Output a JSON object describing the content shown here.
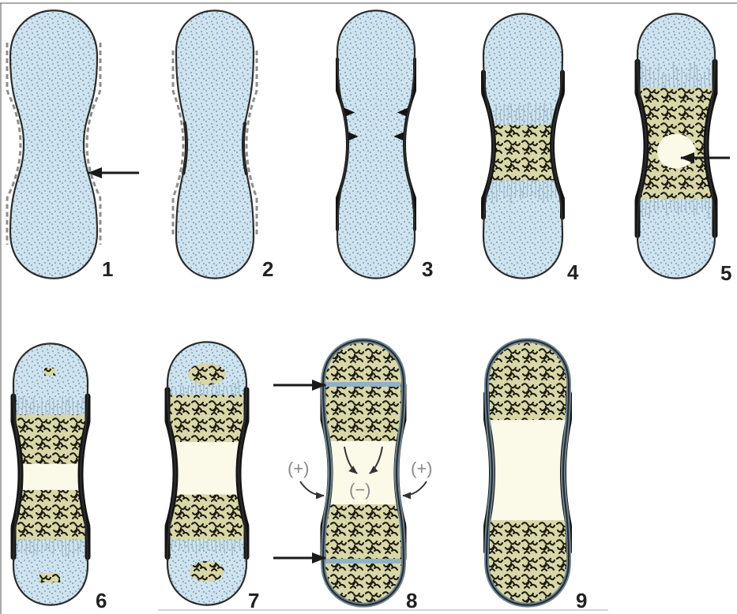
{
  "diagram": {
    "stages": [
      {
        "number": "1"
      },
      {
        "number": "2"
      },
      {
        "number": "3"
      },
      {
        "number": "4"
      },
      {
        "number": "5"
      },
      {
        "number": "6"
      },
      {
        "number": "7"
      },
      {
        "number": "8"
      },
      {
        "number": "9"
      }
    ],
    "stage8_signs": {
      "left": "(+)",
      "center": "(−)",
      "right": "(+)"
    }
  },
  "colors": {
    "cartilage": "#cfe3ee",
    "cartilage_dots": "#5f86a8",
    "outline": "#2b2b2b",
    "bone_collar": "#141414",
    "spongy_bone": "#1c1c12",
    "spongy_bone_bg": "#d9d7a8",
    "marrow_cavity": "#fbf9e8",
    "arrow": "#1a1a1a",
    "sign_arrow": "#333333",
    "sign_text": "#8a8a8a"
  }
}
